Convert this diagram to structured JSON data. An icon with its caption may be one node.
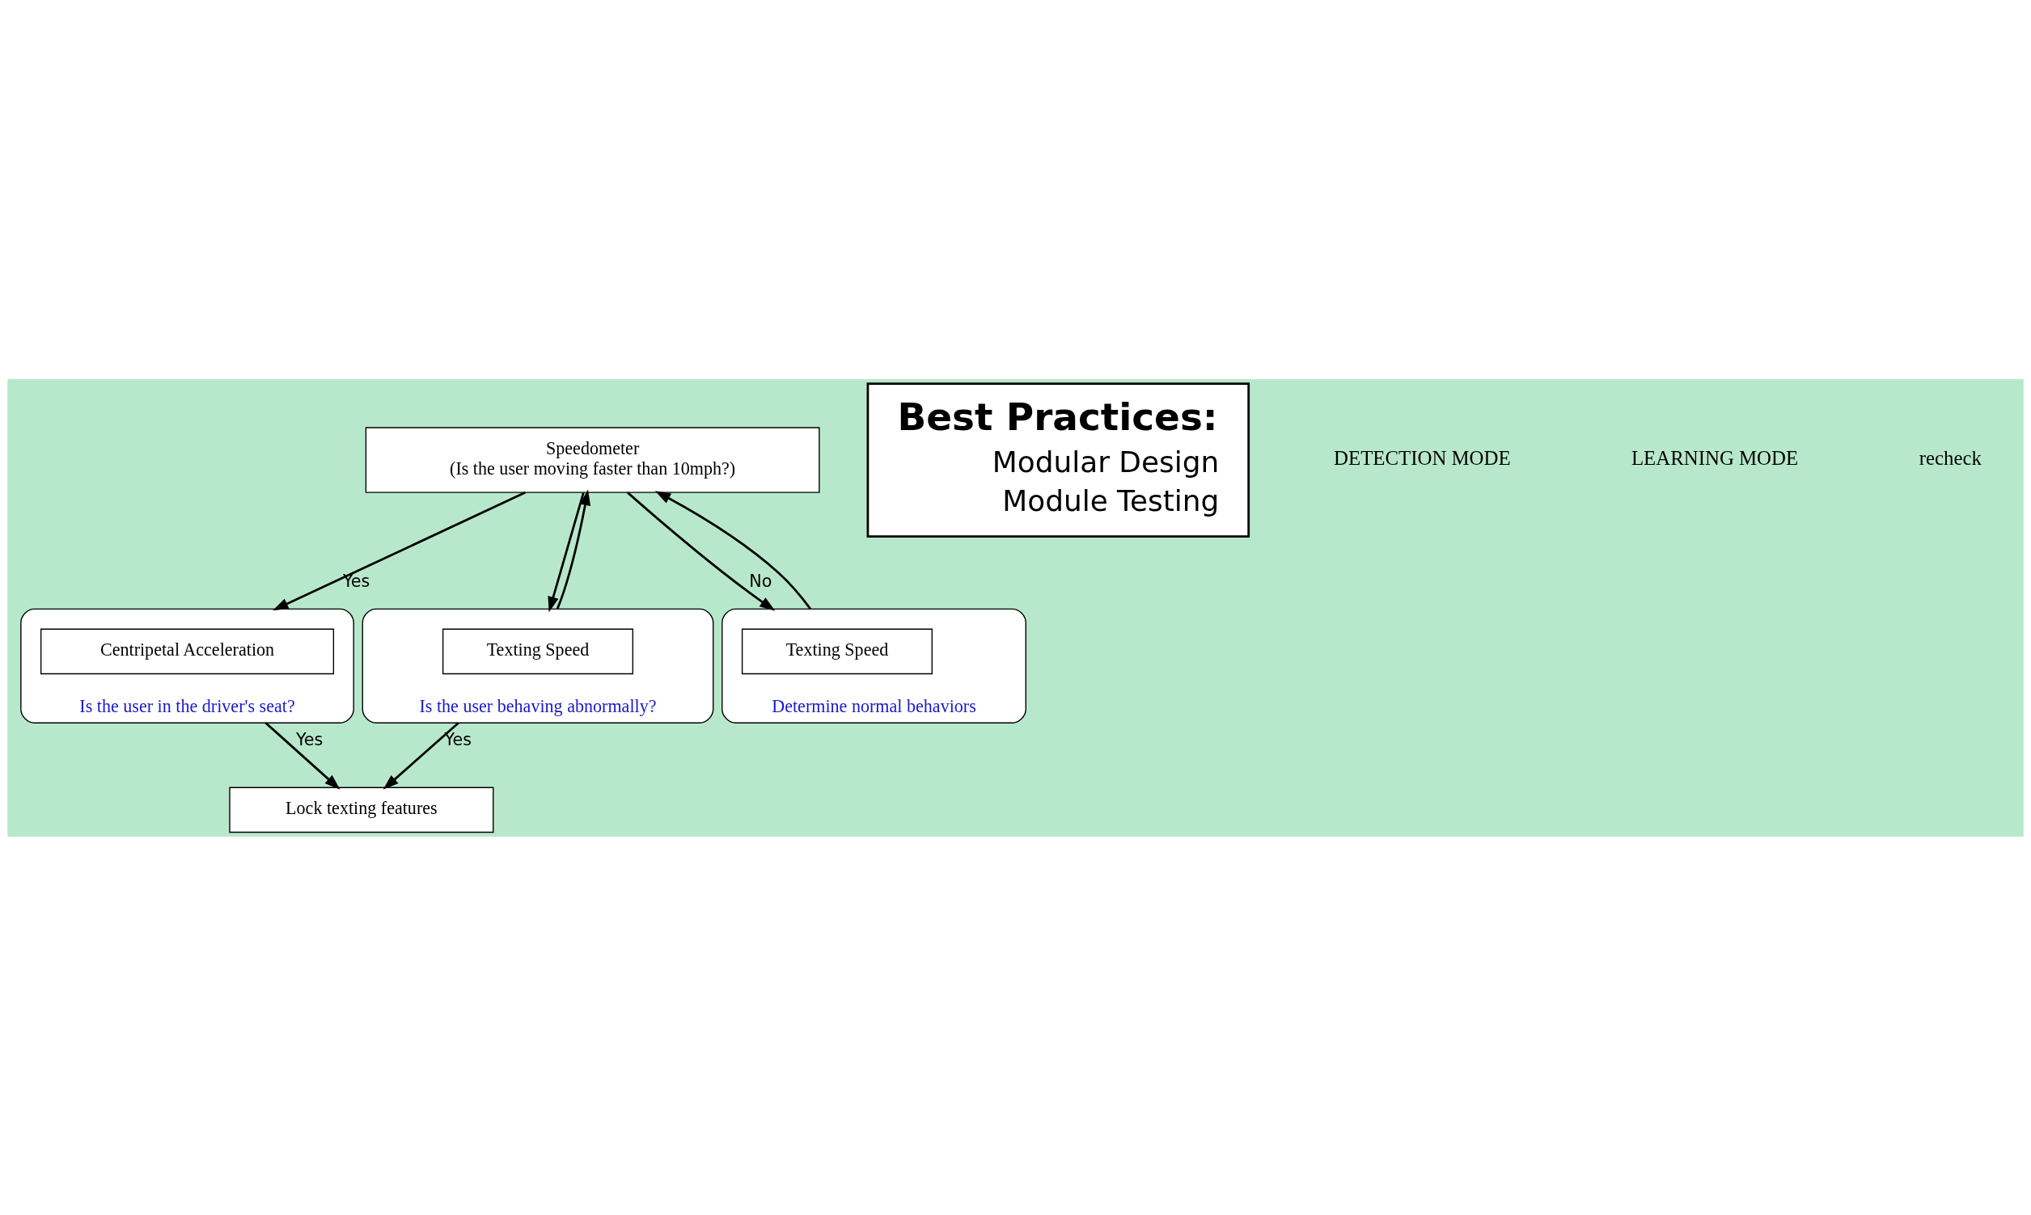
{
  "diagram": {
    "nodes": [
      {
        "text": [
          "Speedometer",
          "(Is the user moving faster than 10mph?)"
        ]
      },
      {
        "text": [
          "Is the user in the driver's seat?"
        ]
      },
      {
        "text": [
          "Centripetal Acceleration"
        ],
        "in": 1
      },
      {
        "text": [
          "Is the user behaving abnormally?"
        ]
      },
      {
        "text": [
          "Texting Speed"
        ],
        "in": 3
      },
      {
        "text": [
          "Determine normal behaviors"
        ]
      },
      {
        "text": [
          "Texting Speed"
        ],
        "in": 5
      },
      {
        "text": [
          "Lock texting features"
        ]
      },
      {
        "text": [
          "Best Practices:",
          "Modular Design",
          "Module Testing"
        ]
      }
    ],
    "edges": [
      {
        "from": 0,
        "to": 1,
        "arrow": "to",
        "label": "Yes"
      },
      {
        "from": 0,
        "to": 3,
        "arrow": "to"
      },
      {
        "from": 0,
        "to": 5,
        "arrow": "to",
        "label": "No"
      },
      {
        "from": 3,
        "to": 0,
        "arrow": "to"
      },
      {
        "from": 5,
        "to": 0,
        "arrow": "to"
      },
      {
        "from": 1,
        "to": 7,
        "arrow": "to",
        "label": "Yes"
      },
      {
        "from": 3,
        "to": 7,
        "arrow": "to",
        "label": "Yes"
      }
    ],
    "labels": [
      "DETECTION MODE",
      "LEARNING MODE",
      "recheck"
    ]
  }
}
